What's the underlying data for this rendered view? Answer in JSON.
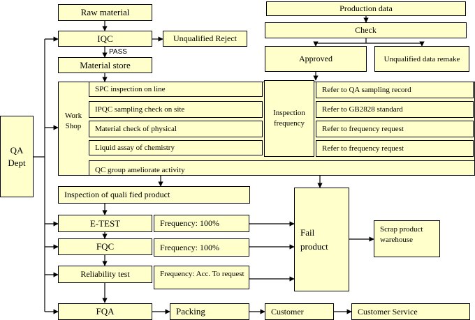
{
  "diagram": {
    "raw_material": "Raw material",
    "iqc": "IQC",
    "unqualified_reject": "Unqualified Reject",
    "pass_label": "PASS",
    "material_store": "Material store",
    "production_data": "Production data",
    "check": "Check",
    "approved": "Approved",
    "unqualified_data_remake": "Unqualified data remake",
    "qa_dept": "QA\nDept",
    "work_shop": "Work\nShop",
    "spc_inspection": "SPC inspection on line",
    "ipqc_sampling": "IPQC sampling check on site",
    "material_check_physical": "Material check of physical",
    "liquid_assay": "Liquid assay of chemistry",
    "qc_group_activity": "QC group ameliorate activity",
    "inspection_frequency": "Inspection\nfrequency",
    "refer_qa_sampling": "Refer to QA sampling record",
    "refer_gb2828": "Refer to GB2828 standard",
    "refer_frequency_1": "Refer to frequency request",
    "refer_frequency_2": "Refer to frequency request",
    "inspection_qualified_product": "Inspection of quali fied product",
    "e_test": "E-TEST",
    "e_test_frequency": "Frequency:  100%",
    "fqc": "FQC",
    "fqc_frequency": "Frequency:  100%",
    "reliability_test": "Reliability test",
    "reliability_frequency": "Frequency:  Acc. To request",
    "fail_product": "Fail\nproduct",
    "scrap_warehouse": "Scrap product warehouse",
    "fqa": "FQA",
    "packing": "Packing",
    "customer": "Customer",
    "customer_service": "Customer Service"
  },
  "colors": {
    "box_fill": "#ffffcc",
    "border": "#000000"
  }
}
